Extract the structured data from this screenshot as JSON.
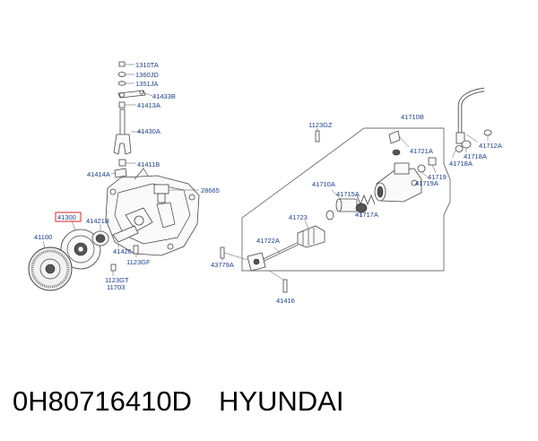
{
  "labels": {
    "l1310TA": "1310TA",
    "l1360JD": "1360JD",
    "l1351JA": "1351JA",
    "l41433B": "41433B",
    "l41413A": "41413A",
    "l41430A": "41430A",
    "l41411B": "41411B",
    "l41414A": "41414A",
    "l28665": "28665",
    "l41300": "41300",
    "l41421B": "41421B",
    "l41100": "41100",
    "l41426": "41426",
    "l1123GF": "1123GF",
    "l1123GT": "1123GT",
    "l11703": "11703",
    "l1123GZ": "1123GZ",
    "l41710B": "41710B",
    "l41721A": "41721A",
    "l41712A": "41712A",
    "l41718A_a": "41718A",
    "l41718A_b": "41718A",
    "l41719": "41719",
    "l41719A": "41719A",
    "l41710A": "41710A",
    "l41715A": "41715A",
    "l41723": "41723",
    "l41717A": "41717A",
    "l41722A": "41722A",
    "l43779A": "43779A",
    "l41416": "41416"
  },
  "highlight_color": "#e02020",
  "label_color": "#1a3f8a",
  "caption": {
    "part_number": "0H80716410D",
    "brand": "HYUNDAI"
  }
}
